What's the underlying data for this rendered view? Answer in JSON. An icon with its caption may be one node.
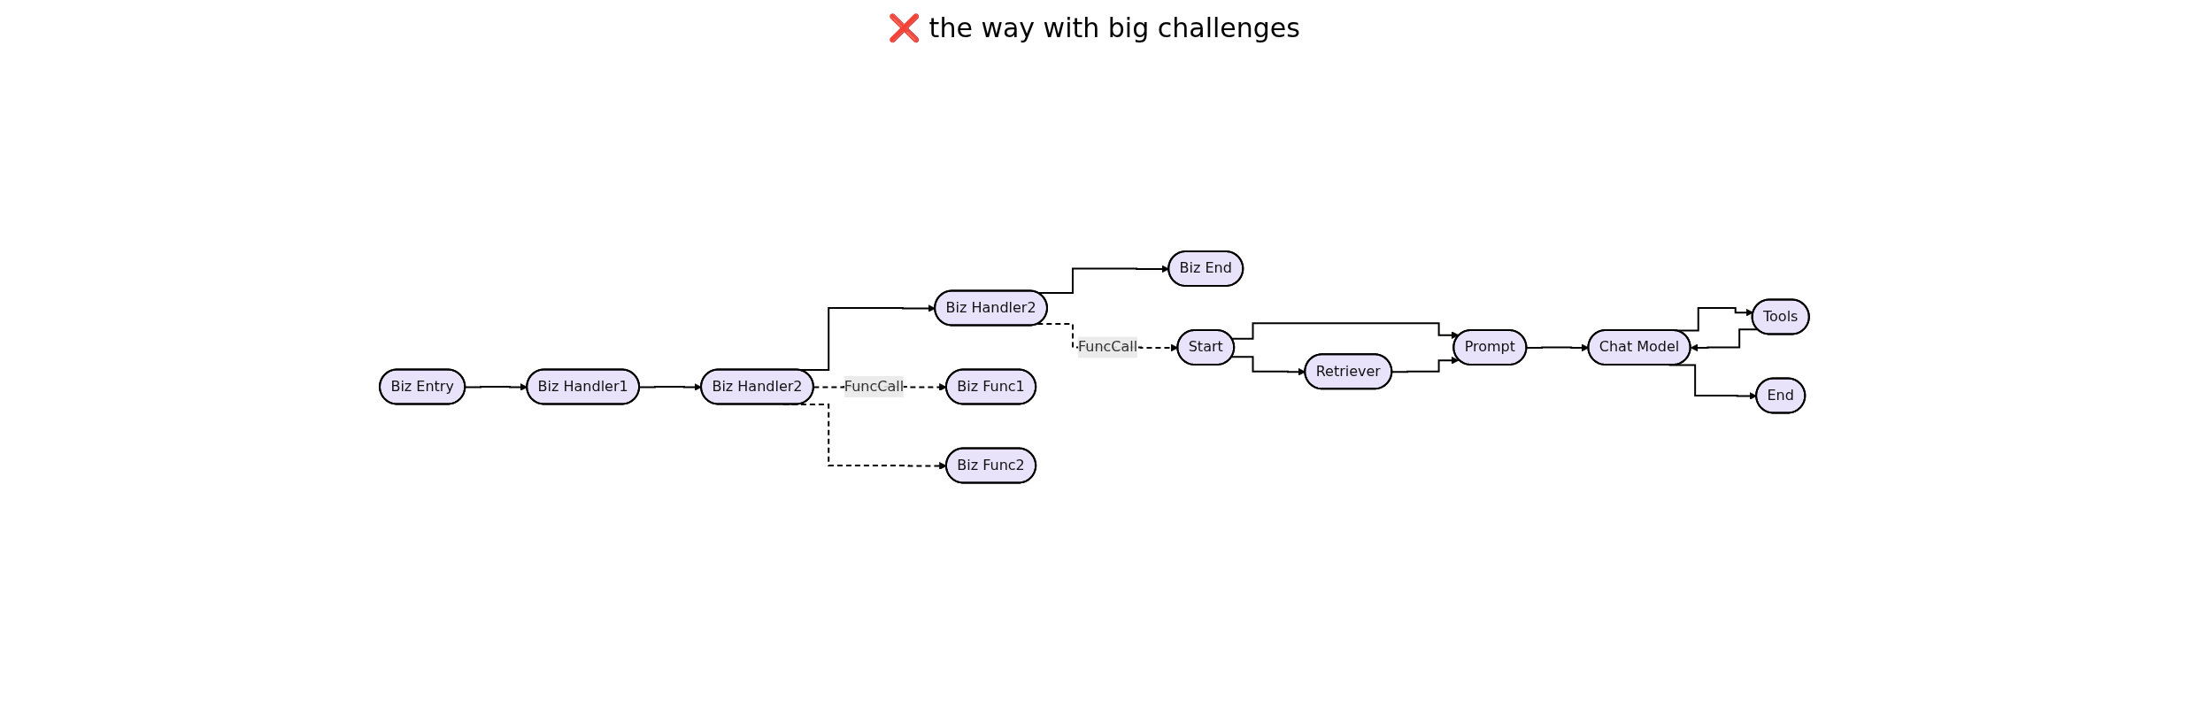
{
  "diagram": {
    "title": "❌ the way with big challenges",
    "nodes": [
      {
        "text": [
          "Biz Entry"
        ]
      },
      {
        "text": [
          "Biz Handler1"
        ]
      },
      {
        "text": [
          "Biz Handler2"
        ]
      },
      {
        "text": [
          "Biz Handler2"
        ]
      },
      {
        "text": [
          "Biz End"
        ]
      },
      {
        "text": [
          "Biz Func1"
        ]
      },
      {
        "text": [
          "Biz Func2"
        ]
      },
      {
        "text": [
          "Start"
        ]
      },
      {
        "text": [
          "Prompt"
        ]
      },
      {
        "text": [
          "Chat Model"
        ]
      },
      {
        "text": [
          "Tools"
        ]
      },
      {
        "text": [
          "End"
        ]
      },
      {
        "text": [
          "Retriever"
        ]
      }
    ],
    "edges": [
      {
        "from": 0,
        "to": 1,
        "arrow": "to"
      },
      {
        "from": 1,
        "to": 2,
        "arrow": "to"
      },
      {
        "from": 2,
        "to": 3,
        "arrow": "to"
      },
      {
        "from": 3,
        "to": 4,
        "arrow": "to"
      },
      {
        "from": 2,
        "to": 5,
        "arrow": "to",
        "style": "dashed",
        "label": "FuncCall"
      },
      {
        "from": 2,
        "to": 6,
        "arrow": "to",
        "style": "dashed"
      },
      {
        "from": 3,
        "to": 7,
        "arrow": "to",
        "style": "dashed",
        "label": "FuncCall"
      },
      {
        "from": 7,
        "to": 8,
        "arrow": "to"
      },
      {
        "from": 7,
        "to": 12,
        "arrow": "to"
      },
      {
        "from": 12,
        "to": 8,
        "arrow": "to"
      },
      {
        "from": 8,
        "to": 9,
        "arrow": "to"
      },
      {
        "from": 9,
        "to": 10,
        "arrow": "to"
      },
      {
        "from": 10,
        "to": 9,
        "arrow": "to"
      },
      {
        "from": 9,
        "to": 11,
        "arrow": "to"
      }
    ]
  }
}
